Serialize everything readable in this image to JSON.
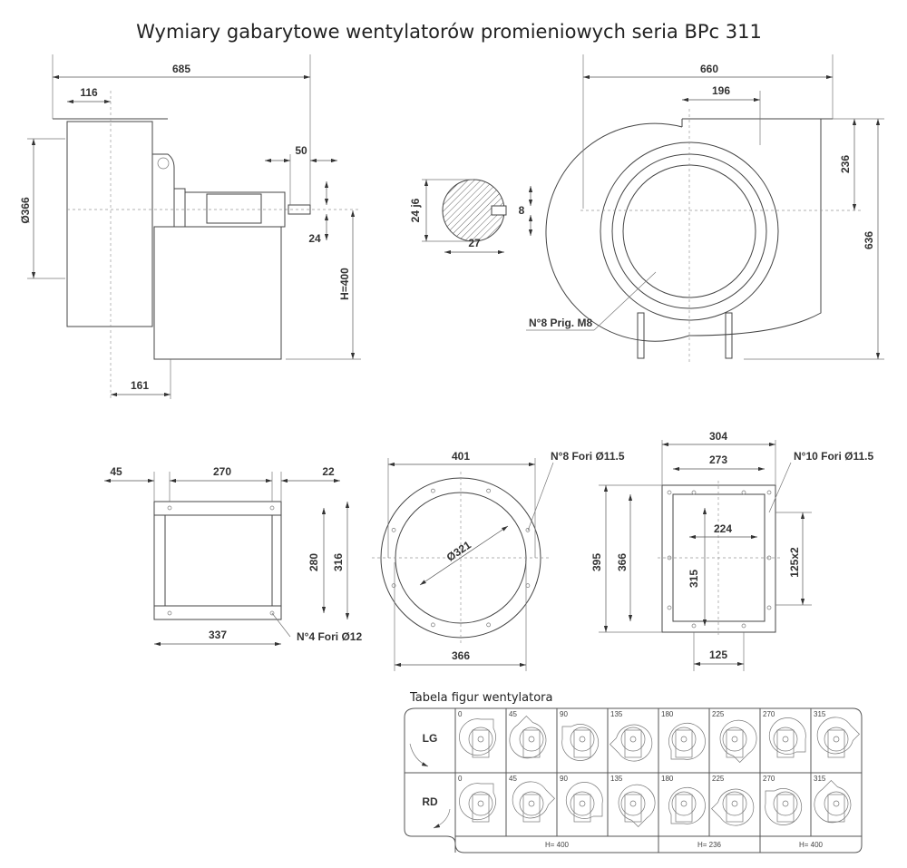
{
  "title": "Wymiary gabarytowe wentylatorów promieniowych seria BPc 311",
  "side_view": {
    "overall_length": "685",
    "inlet_offset": "116",
    "inlet_diameter": "Ø366",
    "shaft_length": "50",
    "shaft_diameter": "24",
    "height": "H=400",
    "base_offset": "161"
  },
  "shaft_section": {
    "diameter": "24 j6",
    "key_depth": "27",
    "key_width": "8"
  },
  "front_view": {
    "width": "660",
    "outlet_offset": "196",
    "outlet_height": "236",
    "total_height": "636",
    "holes_note": "N°8 Prig. M8"
  },
  "outlet_side": {
    "left": "45",
    "middle": "270",
    "right": "22",
    "inner_height": "280",
    "outer_height": "316",
    "bottom_length": "337",
    "holes_note": "N°4 Fori Ø12"
  },
  "inlet_flange": {
    "outer": "401",
    "bolt_circle": "Ø321",
    "inner": "366",
    "holes_note": "N°8 Fori Ø11.5"
  },
  "outlet_flange": {
    "outer_width": "304",
    "inner_width": "273",
    "hole_spacing": "224",
    "outer_height": "395",
    "inner_height": "366",
    "hole_height": "315",
    "side_spacing": "125x2",
    "bottom_spacing": "125",
    "holes_note": "N°10 Fori Ø11.5"
  },
  "table": {
    "title": "Tabela figur wentylatora",
    "rows": [
      "LG",
      "RD"
    ],
    "angles": [
      "0",
      "45",
      "90",
      "135",
      "180",
      "225",
      "270",
      "315"
    ],
    "footer": [
      "H= 400",
      "H= 236",
      "H= 400"
    ]
  }
}
